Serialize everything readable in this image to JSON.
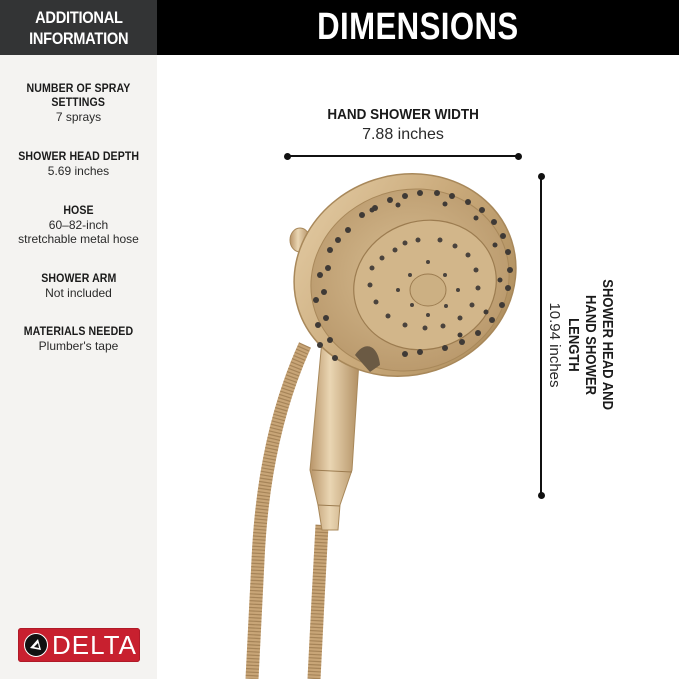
{
  "header": {
    "left_title_line1": "ADDITIONAL",
    "left_title_line2": "INFORMATION",
    "main_title": "DIMENSIONS"
  },
  "specs": [
    {
      "label_line1": "NUMBER OF SPRAY",
      "label_line2": "SETTINGS",
      "value": "7 sprays"
    },
    {
      "label_line1": "SHOWER HEAD DEPTH",
      "value": "5.69 inches"
    },
    {
      "label_line1": "HOSE",
      "value_line1": "60–82-inch",
      "value_line2": "stretchable metal hose"
    },
    {
      "label_line1": "SHOWER ARM",
      "value": "Not included"
    },
    {
      "label_line1": "MATERIALS NEEDED",
      "value": "Plumber's tape"
    }
  ],
  "dimensions": {
    "width": {
      "label": "HAND SHOWER WIDTH",
      "value": "7.88 inches"
    },
    "length": {
      "label_line1": "SHOWER HEAD AND",
      "label_line2": "HAND SHOWER LENGTH",
      "value": "10.94 inches"
    }
  },
  "brand": {
    "name": "DELTA",
    "logo_icon": "delta-triangle-icon",
    "color": "#c8202f"
  },
  "product_image": {
    "description": "champagne bronze 2-in-1 shower head with detachable hand shower and metal hose",
    "finish_color": "#c9a97a"
  },
  "colors": {
    "header_dark": "#333435",
    "header_black": "#000000",
    "sidebar_bg": "#f4f3f1",
    "text": "#1a1a1a"
  }
}
